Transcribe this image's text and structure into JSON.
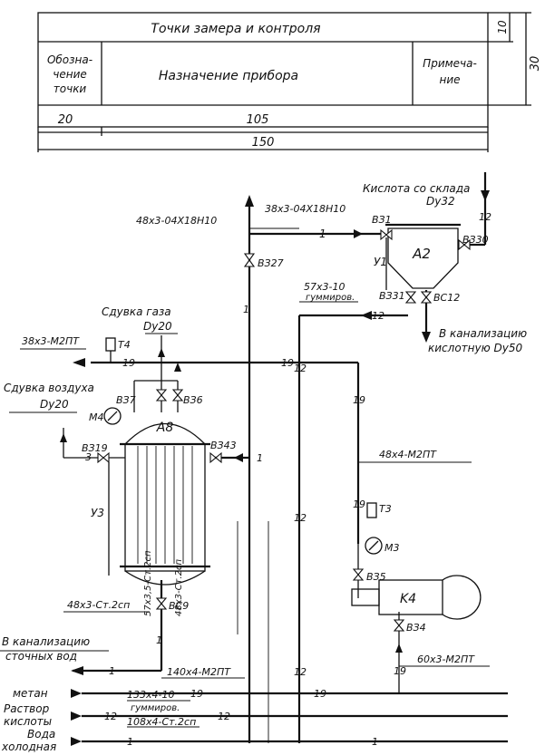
{
  "table": {
    "header": "Точки замера и контроля",
    "col1": [
      "Обозна-",
      "чение",
      "точки"
    ],
    "col2": "Назначение прибора",
    "col3": [
      "Примеча-",
      "ние"
    ],
    "dim_20": "20",
    "dim_105": "105",
    "dim_150": "150",
    "dim_10": "10",
    "dim_30": "30"
  },
  "pipes": {
    "p48_top": "48x3-04X18H10",
    "p38_top": "38x3-04X18H10",
    "acid_from_store": "Кислота со склада",
    "dy32": "Dy32",
    "p57_gumm_a": "57x3-10",
    "p57_gumm_b": "гуммиров.",
    "to_acid_sewer_a": "В канализацию",
    "to_acid_sewer_b": "кислотную Dy50",
    "gas_purge": "Сдувка газа",
    "dy20_gas": "Dy20",
    "p38_m2pt": "38x3-M2ПТ",
    "air_purge": "Сдувка воздуха",
    "dy20_air": "Dy20",
    "p48_m2pt": "48x4-M2ПТ",
    "p57_st": "57x3,5-Ст.2сп",
    "p48_st_v": "48x3-Ст.2сп",
    "p48_st": "48x3-Ст.2сп",
    "to_sewer_a": "В канализацию",
    "to_sewer_b": "сточных вод",
    "p140": "140x4-M2ПТ",
    "p60": "60x3-M2ПТ",
    "p133_a": "133x4-10",
    "p133_b": "гуммиров.",
    "p108": "108x4-Ст.2сп",
    "methane": "метан",
    "acid_solution_a": "Раствор",
    "acid_solution_b": "кислоты",
    "water_a": "Вода",
    "water_b": "холодная"
  },
  "equipment": {
    "a2": "A2",
    "a8": "A8",
    "k4": "K4",
    "u1": "У1",
    "u3": "У3",
    "t4": "T4",
    "t3": "T3",
    "m4": "M4",
    "m3": "M3"
  },
  "valves": {
    "vz27": "ВЗ27",
    "vz30": "ВЗ30",
    "vz1": "ВЗ1",
    "vz31": "ВЗ31",
    "vc12": "ВС12",
    "vz7": "ВЗ7",
    "vz6": "ВЗ6",
    "vz19": "ВЗ19",
    "vz43": "ВЗ43",
    "vc9": "ВС9",
    "vz5": "ВЗ5",
    "vz4": "ВЗ4"
  },
  "line_numbers": {
    "n1": "1",
    "n12": "12",
    "n19": "19",
    "n3": "3"
  }
}
